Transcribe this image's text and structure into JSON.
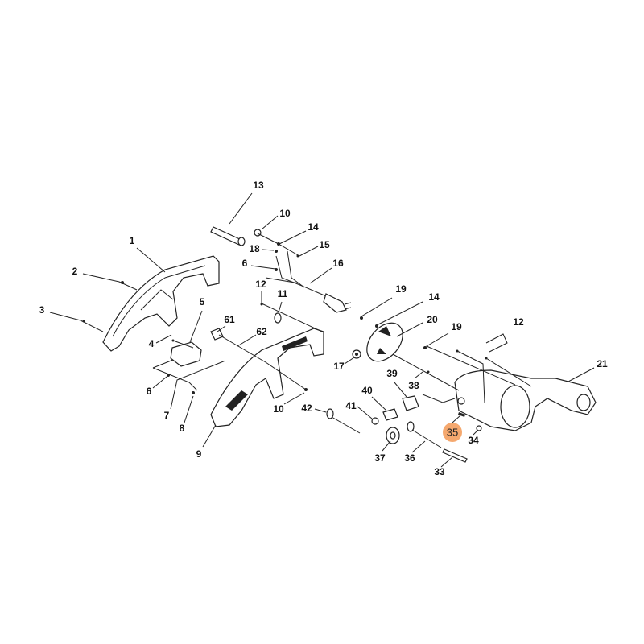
{
  "diagram": {
    "highlight_color": "#f5a86e",
    "highlighted_part": "35",
    "labels": [
      {
        "id": "13",
        "text": "13"
      },
      {
        "id": "10a",
        "text": "10"
      },
      {
        "id": "14a",
        "text": "14"
      },
      {
        "id": "15",
        "text": "15"
      },
      {
        "id": "18",
        "text": "18"
      },
      {
        "id": "6a",
        "text": "6"
      },
      {
        "id": "16",
        "text": "16"
      },
      {
        "id": "1",
        "text": "1"
      },
      {
        "id": "2",
        "text": "2"
      },
      {
        "id": "3",
        "text": "3"
      },
      {
        "id": "12a",
        "text": "12"
      },
      {
        "id": "11",
        "text": "11"
      },
      {
        "id": "5",
        "text": "5"
      },
      {
        "id": "61",
        "text": "61"
      },
      {
        "id": "62",
        "text": "62"
      },
      {
        "id": "4",
        "text": "4"
      },
      {
        "id": "6b",
        "text": "6"
      },
      {
        "id": "7",
        "text": "7"
      },
      {
        "id": "8",
        "text": "8"
      },
      {
        "id": "9",
        "text": "9"
      },
      {
        "id": "10b",
        "text": "10"
      },
      {
        "id": "42",
        "text": "42"
      },
      {
        "id": "17",
        "text": "17"
      },
      {
        "id": "19a",
        "text": "19"
      },
      {
        "id": "14b",
        "text": "14"
      },
      {
        "id": "20",
        "text": "20"
      },
      {
        "id": "19b",
        "text": "19"
      },
      {
        "id": "12b",
        "text": "12"
      },
      {
        "id": "21",
        "text": "21"
      },
      {
        "id": "38",
        "text": "38"
      },
      {
        "id": "39",
        "text": "39"
      },
      {
        "id": "40",
        "text": "40"
      },
      {
        "id": "41",
        "text": "41"
      },
      {
        "id": "35",
        "text": "35"
      },
      {
        "id": "34",
        "text": "34"
      },
      {
        "id": "37",
        "text": "37"
      },
      {
        "id": "36",
        "text": "36"
      },
      {
        "id": "33",
        "text": "33"
      }
    ]
  }
}
